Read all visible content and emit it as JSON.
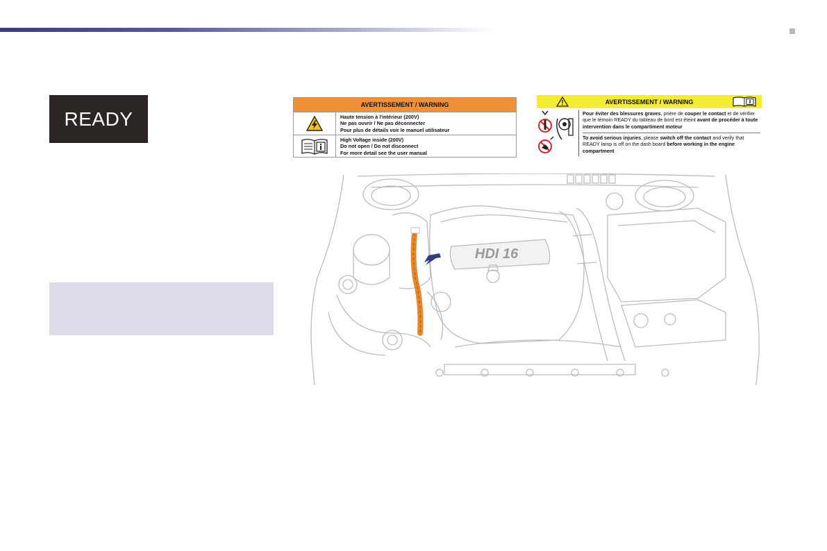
{
  "badge": {
    "text": "READY"
  },
  "warning_label_1": {
    "header": "AVERTISSEMENT / WARNING",
    "fr_lines": [
      "Haute tension à l'intérieur (200V)",
      "Ne pas ouvrir / Ne pas déconnecter",
      "Pour plus de détails voir le manuel utilisateur"
    ],
    "en_lines": [
      "High Voltage inside (200V)",
      "Do not open / Do not disconnect",
      "For more detail see the user manual"
    ],
    "colors": {
      "header": "#f0913a"
    }
  },
  "warning_label_2": {
    "header": "AVERTISSEMENT / WARNING",
    "fr": {
      "bold1": "Pour éviter des blessures graves",
      "plain1": ", prière de ",
      "bold2": "couper le contact",
      "plain2": " et de vérifier que le témoin READY du tableau de bord est éteint ",
      "bold3": "avant de procéder à toute intervention dans le compartiment moteur"
    },
    "en": {
      "bold1": "To avoid serious injuries",
      "plain1": ", please ",
      "bold2": "switch off the contact",
      "plain2": " and verify that READY lamp is off on the dash board ",
      "bold3": "before working in the engine compartment"
    },
    "colors": {
      "header": "#f4ec30",
      "prohibition": "#d7262e"
    }
  },
  "engine_illustration": {
    "engine_cover_text": "HDI 16",
    "colors": {
      "cable": "#e8862a",
      "arrow": "#2e3f7a"
    }
  }
}
